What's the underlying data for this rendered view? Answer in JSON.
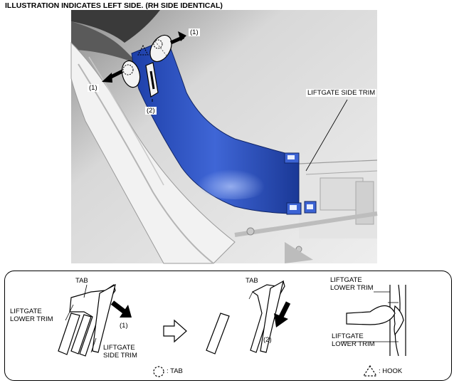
{
  "header": {
    "note": "ILLUSTRATION INDICATES LEFT SIDE. (RH SIDE IDENTICAL)"
  },
  "main_illustration": {
    "callout_1_top": "(1)",
    "callout_1_left": "(1)",
    "callout_2": "(2)",
    "part_label": "LIFTGATE SIDE TRIM",
    "colors": {
      "trim": "#2a4fbf",
      "trim_light": "#6f90e6",
      "background": "#d9d9d9"
    }
  },
  "detail_panel": {
    "step1": {
      "tab": "TAB",
      "lower_trim": "LIFTGATE\nLOWER TRIM",
      "side_trim": "LIFTGATE\nSIDE TRIM",
      "callout": "(1)"
    },
    "step2": {
      "tab": "TAB",
      "callout": "(2)"
    },
    "section": {
      "upper": "LIFTGATE\nLOWER TRIM",
      "lower": "LIFTGATE\nLOWER TRIM"
    },
    "legend": {
      "tab": ": TAB",
      "hook": ": HOOK"
    }
  }
}
